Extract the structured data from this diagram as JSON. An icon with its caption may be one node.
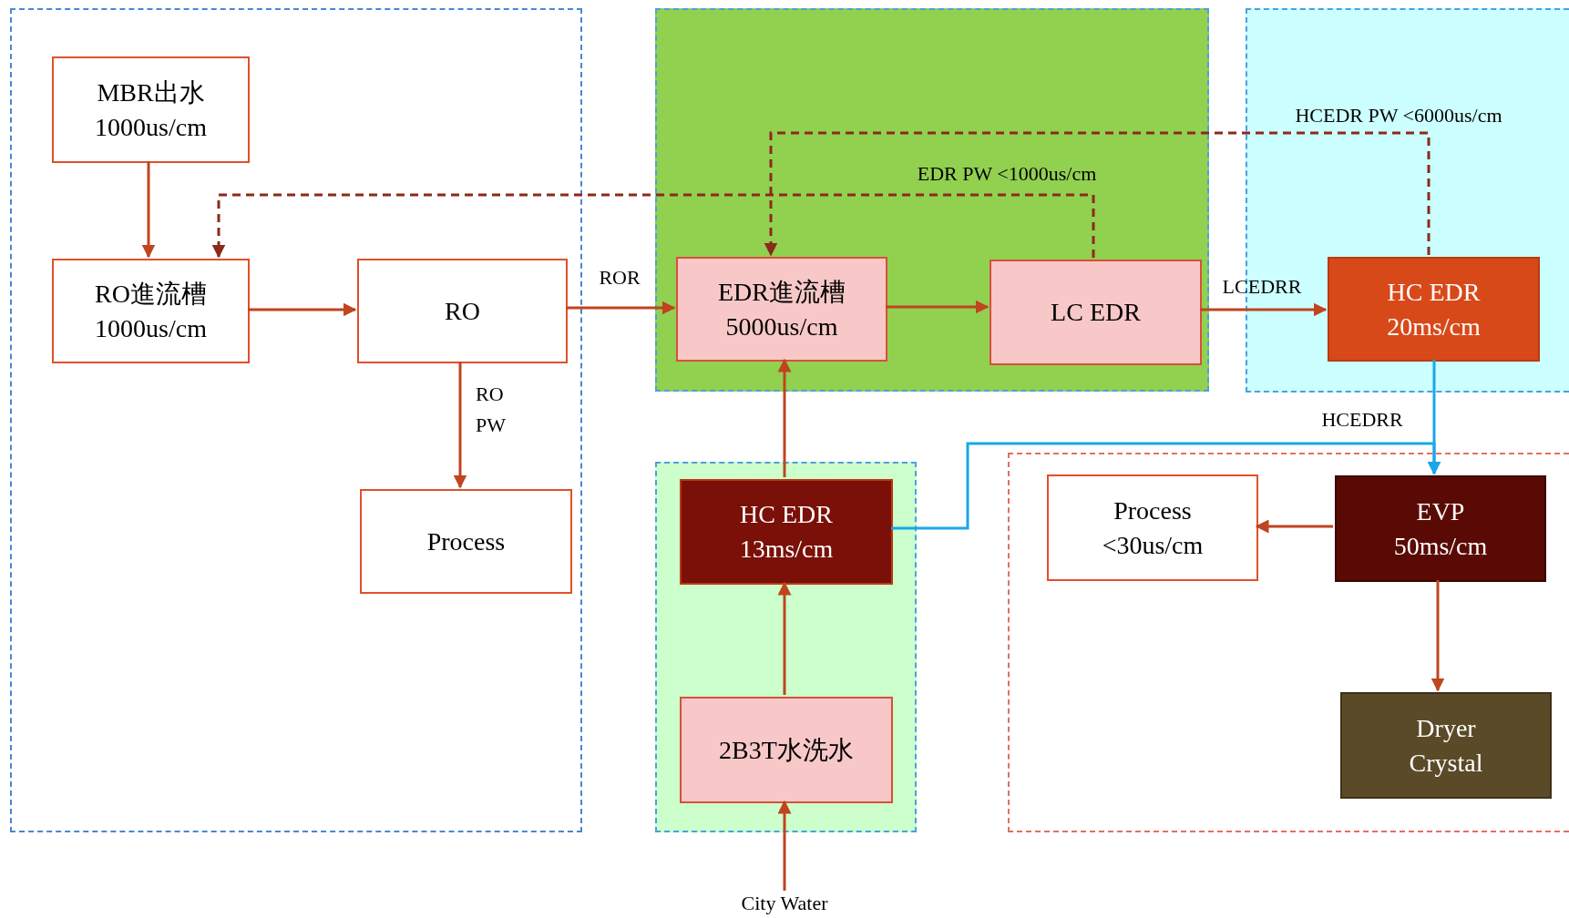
{
  "diagram": {
    "nodes": [
      {
        "text": [],
        "shape": "box"
      },
      {
        "text": [
          "MBR出水",
          "1000us/cm"
        ],
        "in": 0
      },
      {
        "text": [
          "RO進流槽",
          "1000us/cm"
        ],
        "in": 0
      },
      {
        "text": [
          "RO"
        ],
        "in": 0
      },
      {
        "text": [
          "Process"
        ],
        "in": 0
      },
      {
        "text": [],
        "shape": "box"
      },
      {
        "text": [
          "EDR進流槽",
          "5000us/cm"
        ],
        "in": 5
      },
      {
        "text": [
          "LC EDR"
        ],
        "in": 5
      },
      {
        "text": [],
        "shape": "box"
      },
      {
        "text": [
          "HC EDR",
          "20ms/cm"
        ],
        "in": 8
      },
      {
        "text": [],
        "shape": "box"
      },
      {
        "text": [
          "HC EDR",
          "13ms/cm"
        ],
        "in": 10
      },
      {
        "text": [
          "2B3T水洗水"
        ],
        "in": 10
      },
      {
        "text": [],
        "shape": "box"
      },
      {
        "text": [
          "Process",
          "<30us/cm"
        ],
        "in": 13
      },
      {
        "text": [
          "EVP",
          "50ms/cm"
        ],
        "in": 13
      },
      {
        "text": [
          "Dryer Crystal"
        ],
        "in": 13
      },
      {
        "text": [
          "City Water"
        ]
      }
    ],
    "edges": [
      {
        "from": 1,
        "to": 2,
        "arrow": "to"
      },
      {
        "from": 2,
        "to": 3,
        "arrow": "to"
      },
      {
        "from": 3,
        "to": 6,
        "arrow": "to",
        "label": "ROR"
      },
      {
        "from": 3,
        "to": 4,
        "arrow": "to",
        "label": "RO PW"
      },
      {
        "from": 6,
        "to": 7,
        "arrow": "to"
      },
      {
        "from": 7,
        "to": 2,
        "arrow": "to",
        "label": "EDR PW <1000us/cm",
        "style": "dashed",
        "color": "#8b2a1a"
      },
      {
        "from": 9,
        "to": 6,
        "arrow": "to",
        "label": "HCEDR PW <6000us/cm",
        "style": "dashed",
        "color": "#8b2a1a"
      },
      {
        "from": 7,
        "to": 9,
        "arrow": "to",
        "label": "LCEDRR"
      },
      {
        "from": 9,
        "to": 15,
        "arrow": "to",
        "label": "HCEDRR",
        "color": "#1aa7e8"
      },
      {
        "from": 11,
        "to": 15,
        "arrow": "to",
        "color": "#1aa7e8"
      },
      {
        "from": 12,
        "to": 11,
        "arrow": "to"
      },
      {
        "from": 17,
        "to": 12,
        "arrow": "to"
      },
      {
        "from": 15,
        "to": 14,
        "arrow": "to"
      },
      {
        "from": 15,
        "to": 16,
        "arrow": "to"
      },
      {
        "from": 11,
        "to": 6,
        "arrow": "to"
      }
    ]
  }
}
